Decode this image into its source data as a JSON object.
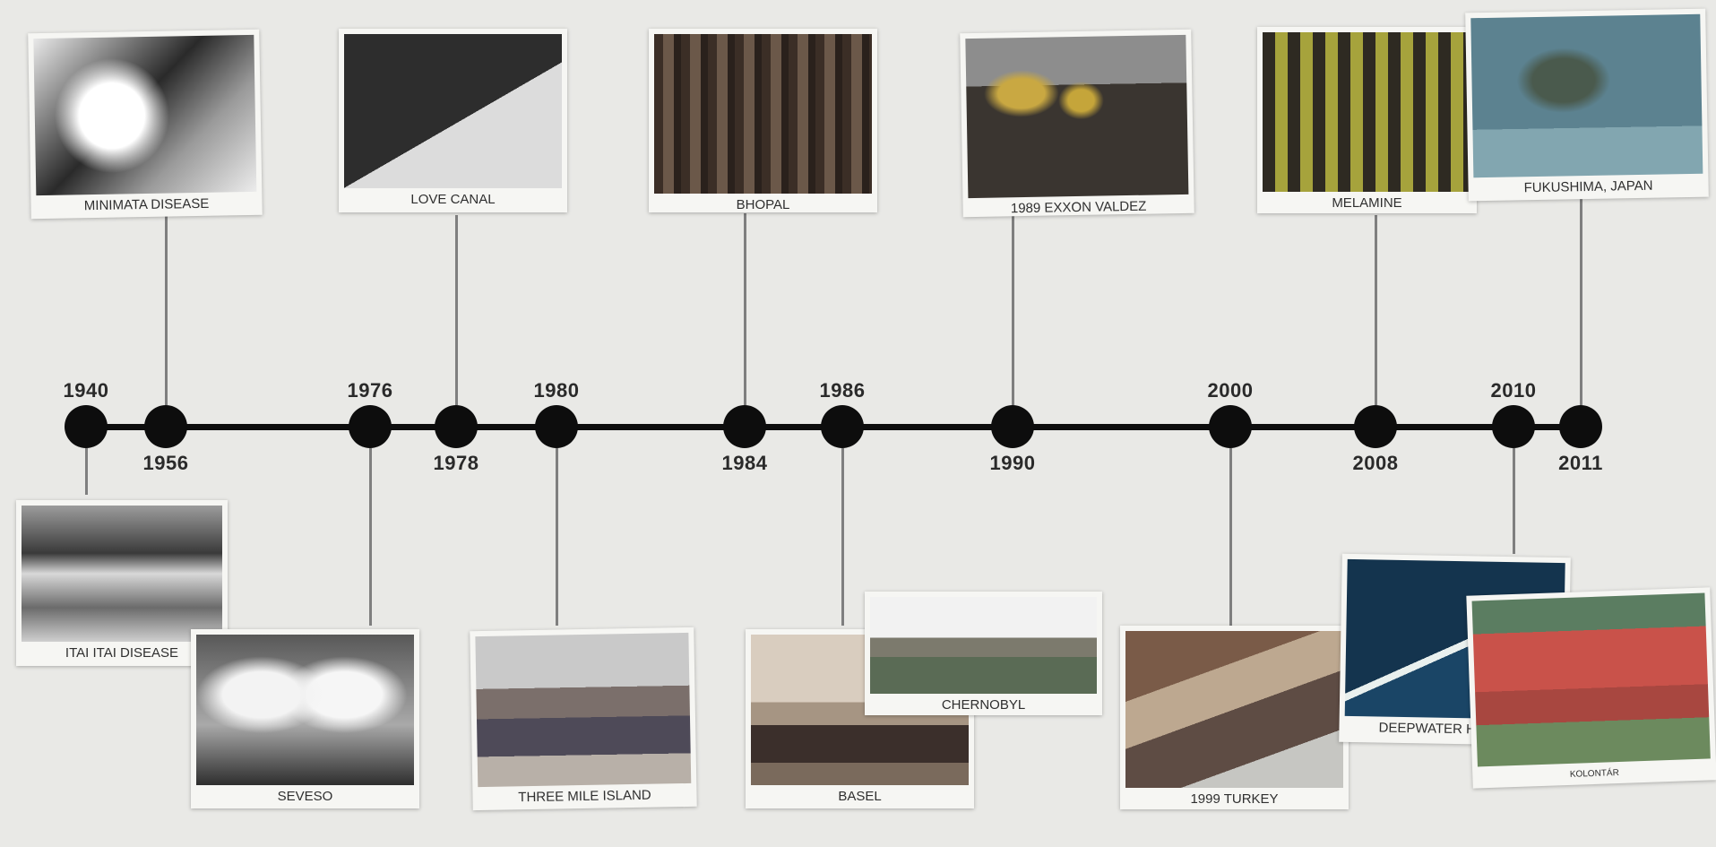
{
  "timeline": {
    "events": [
      {
        "id": "1940",
        "year": "1940",
        "caption": "ITAI ITAI DISEASE"
      },
      {
        "id": "1956",
        "year": "1956",
        "caption": "MINIMATA DISEASE"
      },
      {
        "id": "1976",
        "year": "1976",
        "caption": "SEVESO"
      },
      {
        "id": "1978",
        "year": "1978",
        "caption": "LOVE CANAL"
      },
      {
        "id": "1980",
        "year": "1980",
        "caption": "THREE MILE ISLAND"
      },
      {
        "id": "1984",
        "year": "1984",
        "caption": "BHOPAL"
      },
      {
        "id": "1986",
        "year": "1986",
        "caption": "BASEL"
      },
      {
        "id": "1990",
        "year": "1990",
        "caption": "1989 EXXON VALDEZ"
      },
      {
        "id": "2000",
        "year": "2000",
        "caption": "1999 TURKEY"
      },
      {
        "id": "2008",
        "year": "2008",
        "caption": "MELAMINE"
      },
      {
        "id": "2010",
        "year": "2010",
        "caption": "DEEPWATER HORIZON"
      },
      {
        "id": "2011",
        "year": "2011",
        "caption": "FUKUSHIMA, JAPAN"
      }
    ],
    "extra_captions": [
      "CHERNOBYL",
      "KOLONTÁR"
    ]
  },
  "colors": {
    "background": "#e9e9e6",
    "axis": "#0d0d0d",
    "stem": "#7f7f7f",
    "card": "#f6f6f3"
  }
}
